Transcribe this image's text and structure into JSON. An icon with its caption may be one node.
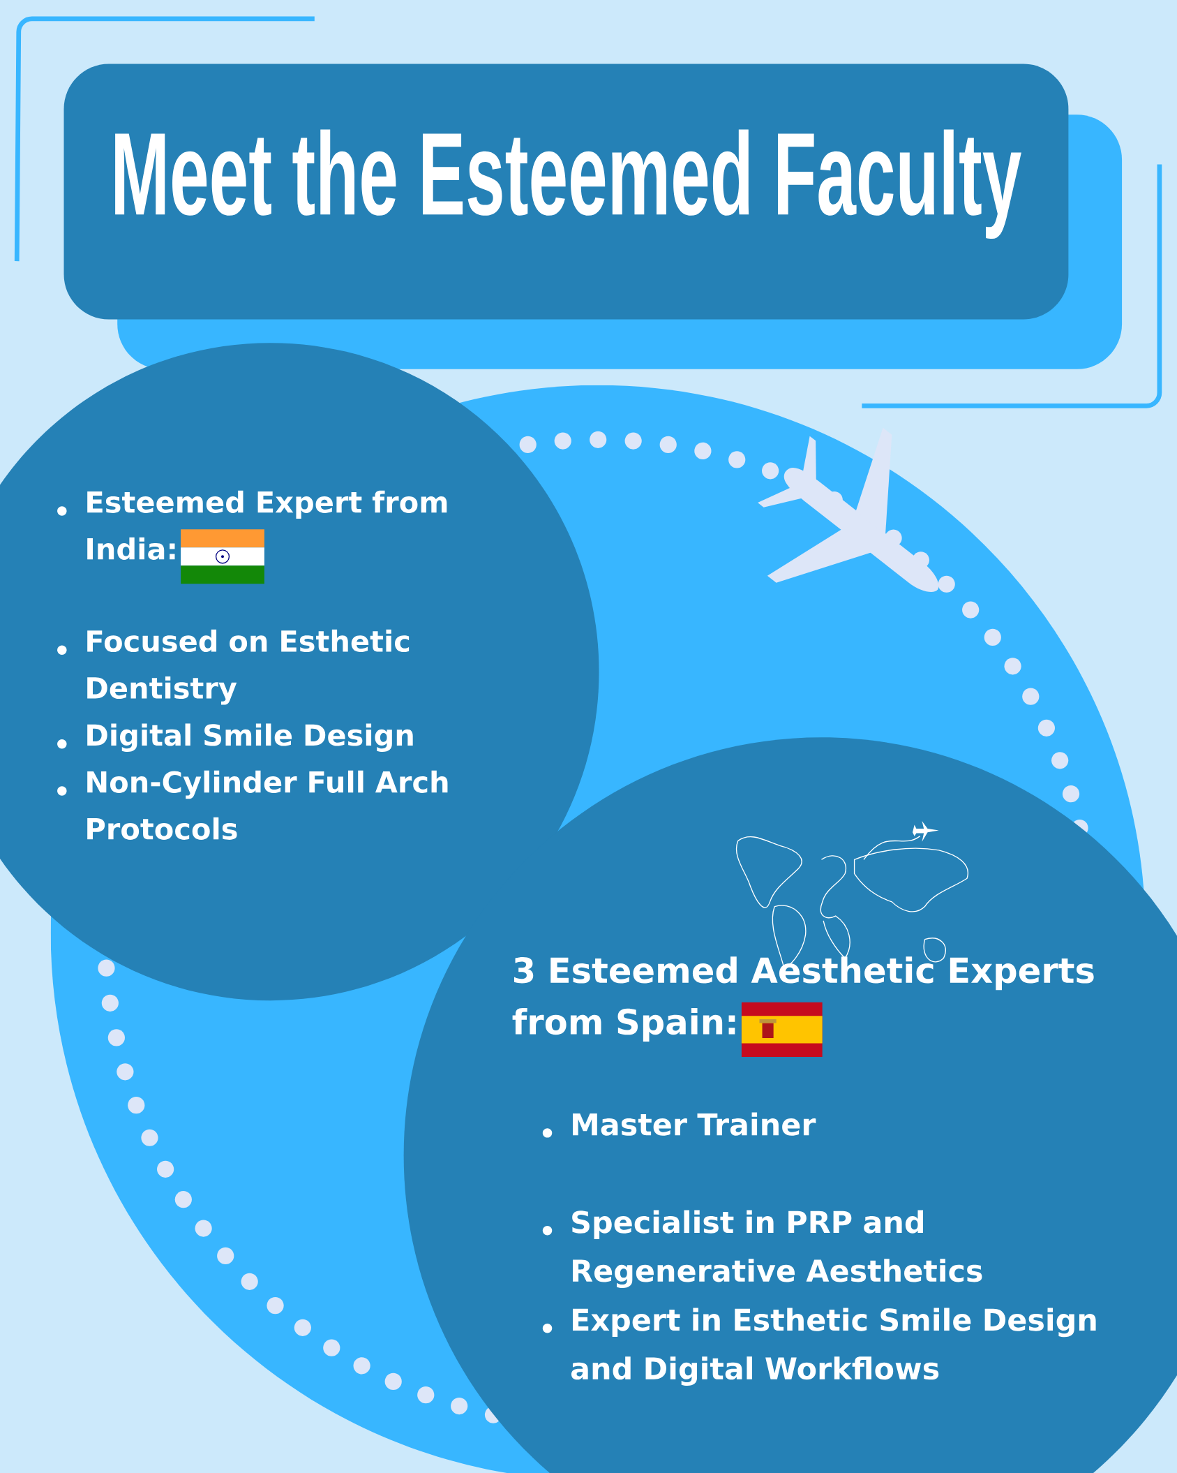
{
  "diagram": {
    "title": "Meet the Esteemed Faculty",
    "nodes": [
      {
        "text": [
          "Esteemed Expert from India:",
          "Focused on Esthetic Dentistry",
          "Digital Smile Design",
          "Non-Cylinder Full Arch Protocols"
        ]
      },
      {
        "text": [
          "3 Esteemed Aesthetic Experts from Spain:",
          "Master Trainer",
          "Specialist in PRP and Regenerative Aesthetics",
          "Expert in Esthetic Smile Design and Digital Workflows"
        ]
      }
    ]
  }
}
